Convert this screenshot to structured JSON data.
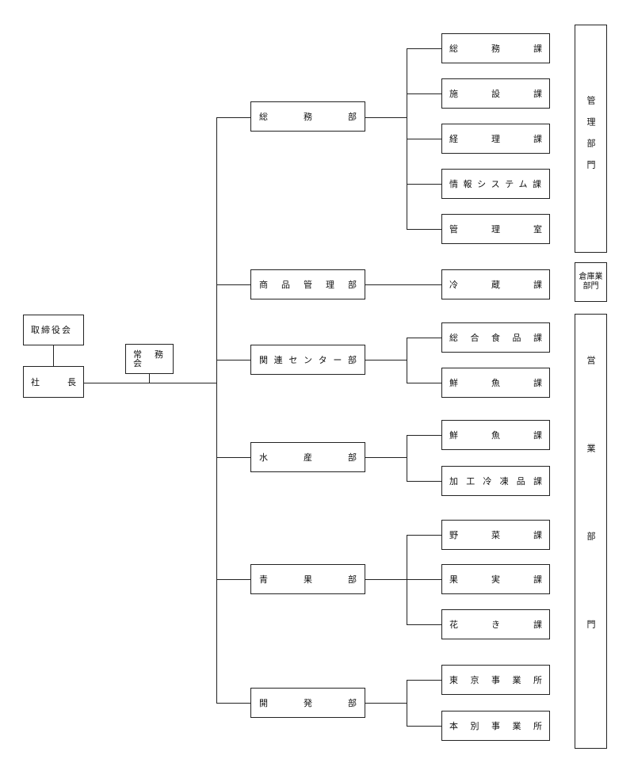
{
  "board": "取締役会",
  "president": "社　長",
  "executive_committee": "常務会",
  "departments": [
    {
      "label": "総　務　部",
      "sections": [
        "総　務　課",
        "施　設　課",
        "経　理　課",
        "情報システム課",
        "管　理　室"
      ]
    },
    {
      "label": "商品管理部",
      "sections": [
        "冷　蔵　課"
      ]
    },
    {
      "label": "関連センター部",
      "sections": [
        "総合食品課",
        "鮮　魚　課"
      ]
    },
    {
      "label": "水　産　部",
      "sections": [
        "鮮　魚　課",
        "加工冷凍品課"
      ]
    },
    {
      "label": "青　果　部",
      "sections": [
        "野　菜　課",
        "果　実　課",
        "花　き　課"
      ]
    },
    {
      "label": "開　発　部",
      "sections": [
        "東京事業所",
        "本別事業所"
      ]
    }
  ],
  "divisions": [
    {
      "label": "管理部門"
    },
    {
      "label": "倉庫業部門"
    },
    {
      "label": "営業部門"
    }
  ]
}
